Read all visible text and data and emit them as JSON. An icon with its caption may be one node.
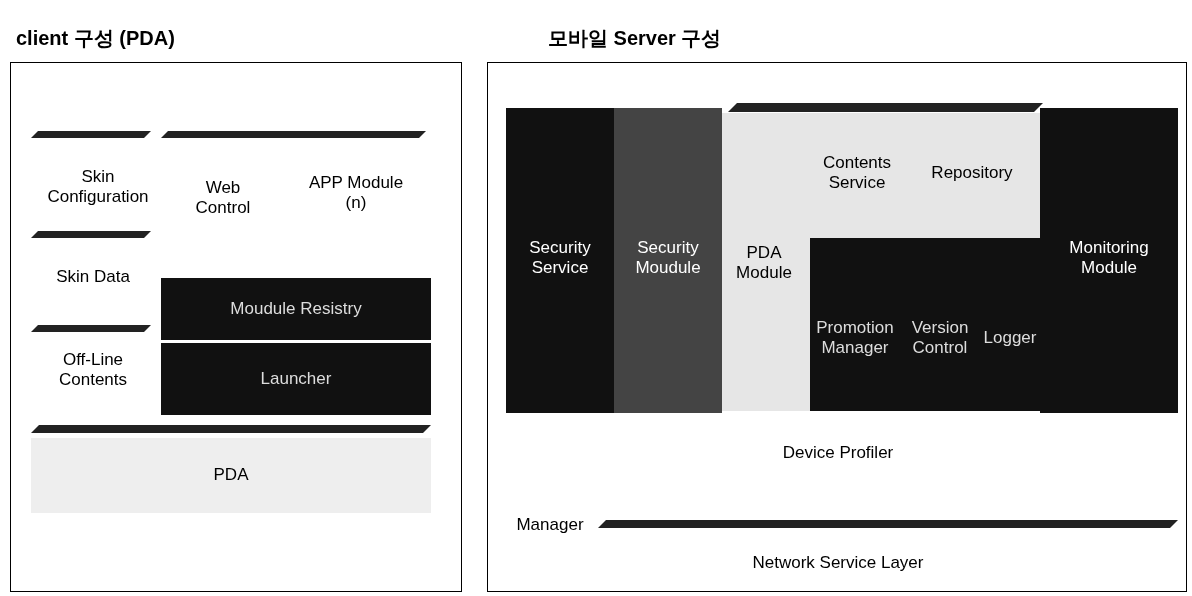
{
  "diagram": {
    "nodes": [
      {
        "text": [
          "client 구성 (PDA)"
        ]
      },
      {
        "text": [
          "Skin Configuration"
        ],
        "in": 0
      },
      {
        "text": [
          "Web Control"
        ],
        "in": 0
      },
      {
        "text": [
          "APP Module (n)"
        ],
        "in": 0
      },
      {
        "text": [
          "Skin Data"
        ],
        "in": 0
      },
      {
        "text": [
          "Moudule Resistry"
        ],
        "in": 0
      },
      {
        "text": [
          "Off-Line Contents"
        ],
        "in": 0
      },
      {
        "text": [
          "Launcher"
        ],
        "in": 0
      },
      {
        "text": [
          "PDA"
        ],
        "in": 0
      },
      {
        "text": [
          "모바일 Server 구성"
        ]
      },
      {
        "text": [
          "Security Service"
        ],
        "in": 9
      },
      {
        "text": [
          "Security Moudule"
        ],
        "in": 9
      },
      {
        "text": [
          "PDA Module",
          "Contents Service",
          "Repository"
        ],
        "in": 9
      },
      {
        "text": [
          "Promotion Manager",
          "Version Control",
          "Logger"
        ],
        "in": 12
      },
      {
        "text": [
          "Monitoring Module"
        ],
        "in": 9
      },
      {
        "text": [
          "Device Profiler"
        ],
        "in": 9
      },
      {
        "text": [
          "Network Service Layer"
        ],
        "in": 9
      }
    ],
    "labels": [
      "Manager"
    ]
  }
}
